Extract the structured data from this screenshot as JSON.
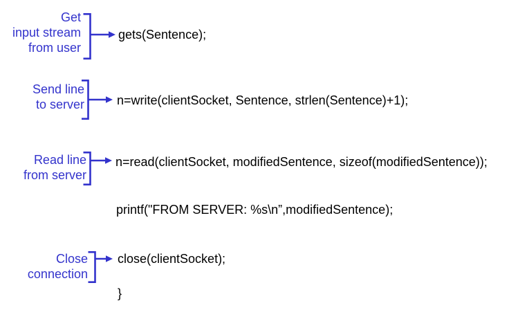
{
  "colors": {
    "annotation_blue": "#3333cc",
    "code_black": "#000000",
    "background": "#ffffff"
  },
  "annotations": [
    {
      "id": "get-input-stream",
      "lines": [
        "Get",
        "input stream",
        "from user"
      ]
    },
    {
      "id": "send-line",
      "lines": [
        "Send line",
        "to server"
      ]
    },
    {
      "id": "read-line",
      "lines": [
        "Read line",
        "from server"
      ]
    },
    {
      "id": "close-connection",
      "lines": [
        "Close",
        "connection"
      ]
    }
  ],
  "code_lines": [
    "gets(Sentence);",
    "n=write(clientSocket, Sentence, strlen(Sentence)+1);",
    "n=read(clientSocket, modifiedSentence, sizeof(modifiedSentence));",
    "printf(\"FROM SERVER: %s\\n”,modifiedSentence);",
    "close(clientSocket);",
    "}"
  ]
}
